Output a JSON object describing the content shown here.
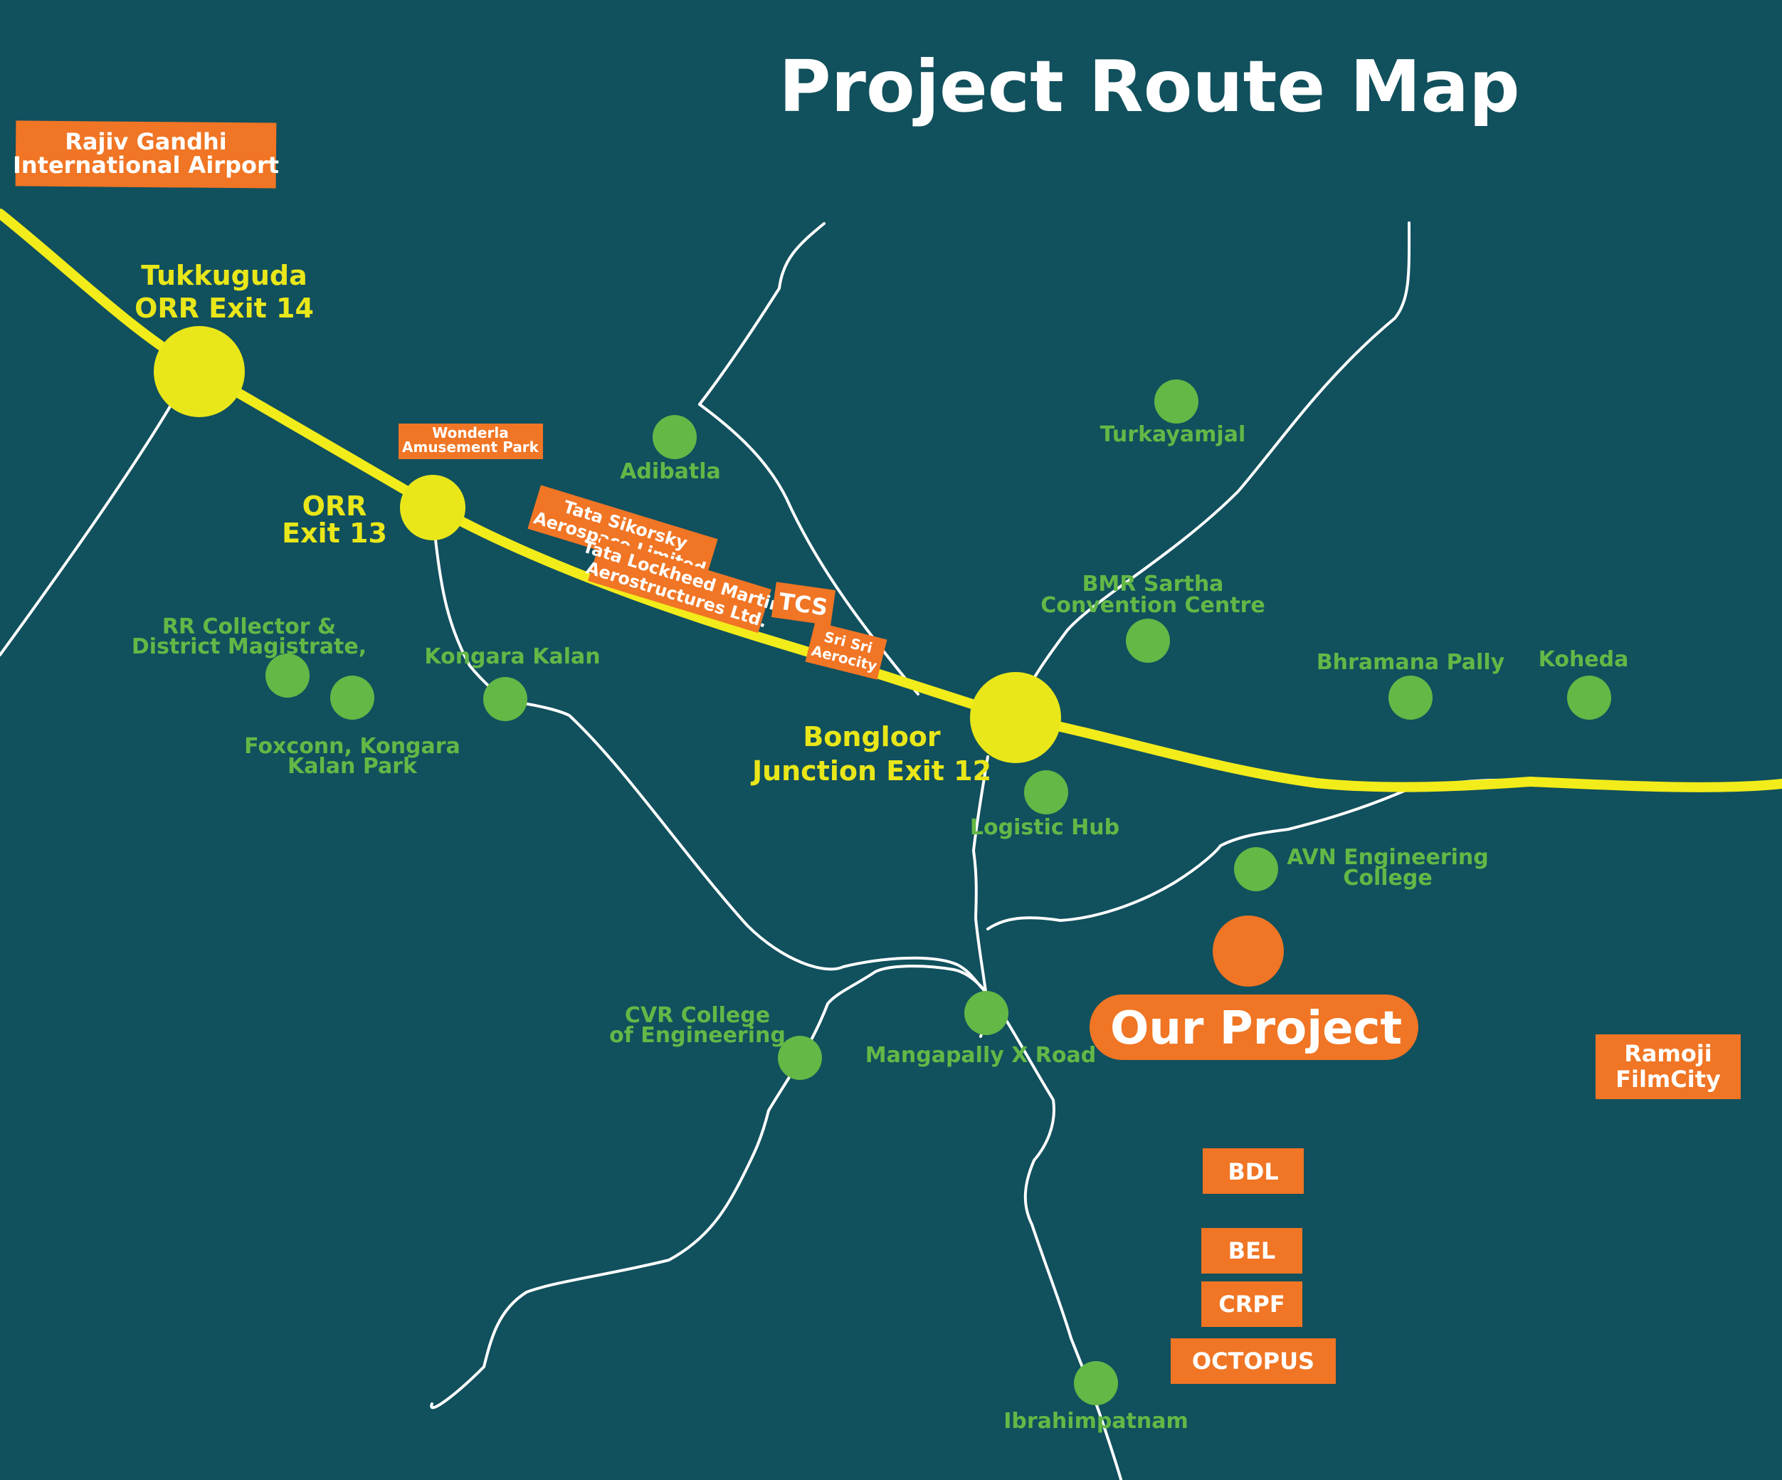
{
  "title": "Project Route Map",
  "junctions": {
    "tukkuguda_1": "Tukkuguda",
    "tukkuguda_2": "ORR Exit 14",
    "orr13_1": "ORR",
    "orr13_2": "Exit 13",
    "bongloor_1": "Bongloor",
    "bongloor_2": "Junction Exit 12"
  },
  "places": {
    "adibatla": "Adibatla",
    "turkayamjal": "Turkayamjal",
    "bmr_1": "BMR Sartha",
    "bmr_2": "Convention Centre",
    "rr_1": "RR Collector &",
    "rr_2": "District Magistrate,",
    "kongara_kalan": "Kongara Kalan",
    "foxconn_1": "Foxconn, Kongara",
    "foxconn_2": "Kalan Park",
    "bhramana_pally": "Bhramana Pally",
    "koheda": "Koheda",
    "logistic_hub": "Logistic Hub",
    "avn_1": "AVN Engineering",
    "avn_2": "College",
    "cvr_1": "CVR College",
    "cvr_2": "of Engineering",
    "mangapally": "Mangapally X Road",
    "ibrahimpatnam": "Ibrahimpatnam"
  },
  "tags": {
    "airport_1": "Rajiv Gandhi",
    "airport_2": "International Airport",
    "wonderla_1": "Wonderla",
    "wonderla_2": "Amusement Park",
    "sikorsky_1": "Tata Sikorsky",
    "sikorsky_2": "Aerospace Limited",
    "lockheed_1": "Tata Lockheed Martin",
    "lockheed_2": "Aerostructures Ltd.",
    "tcs": "TCS",
    "srisri_1": "Sri Sri",
    "srisri_2": "Aerocity",
    "ramoji_1": "Ramoji",
    "ramoji_2": "FilmCity",
    "bdl": "BDL",
    "bel": "BEL",
    "crpf": "CRPF",
    "octopus": "OCTOPUS"
  },
  "project": "Our Project",
  "colors": {
    "background": "#11505d",
    "orr_road": "#f2ec1a",
    "junction": "#e9e719",
    "place": "#63b846",
    "tag": "#f07524",
    "road": "#ffffff"
  }
}
